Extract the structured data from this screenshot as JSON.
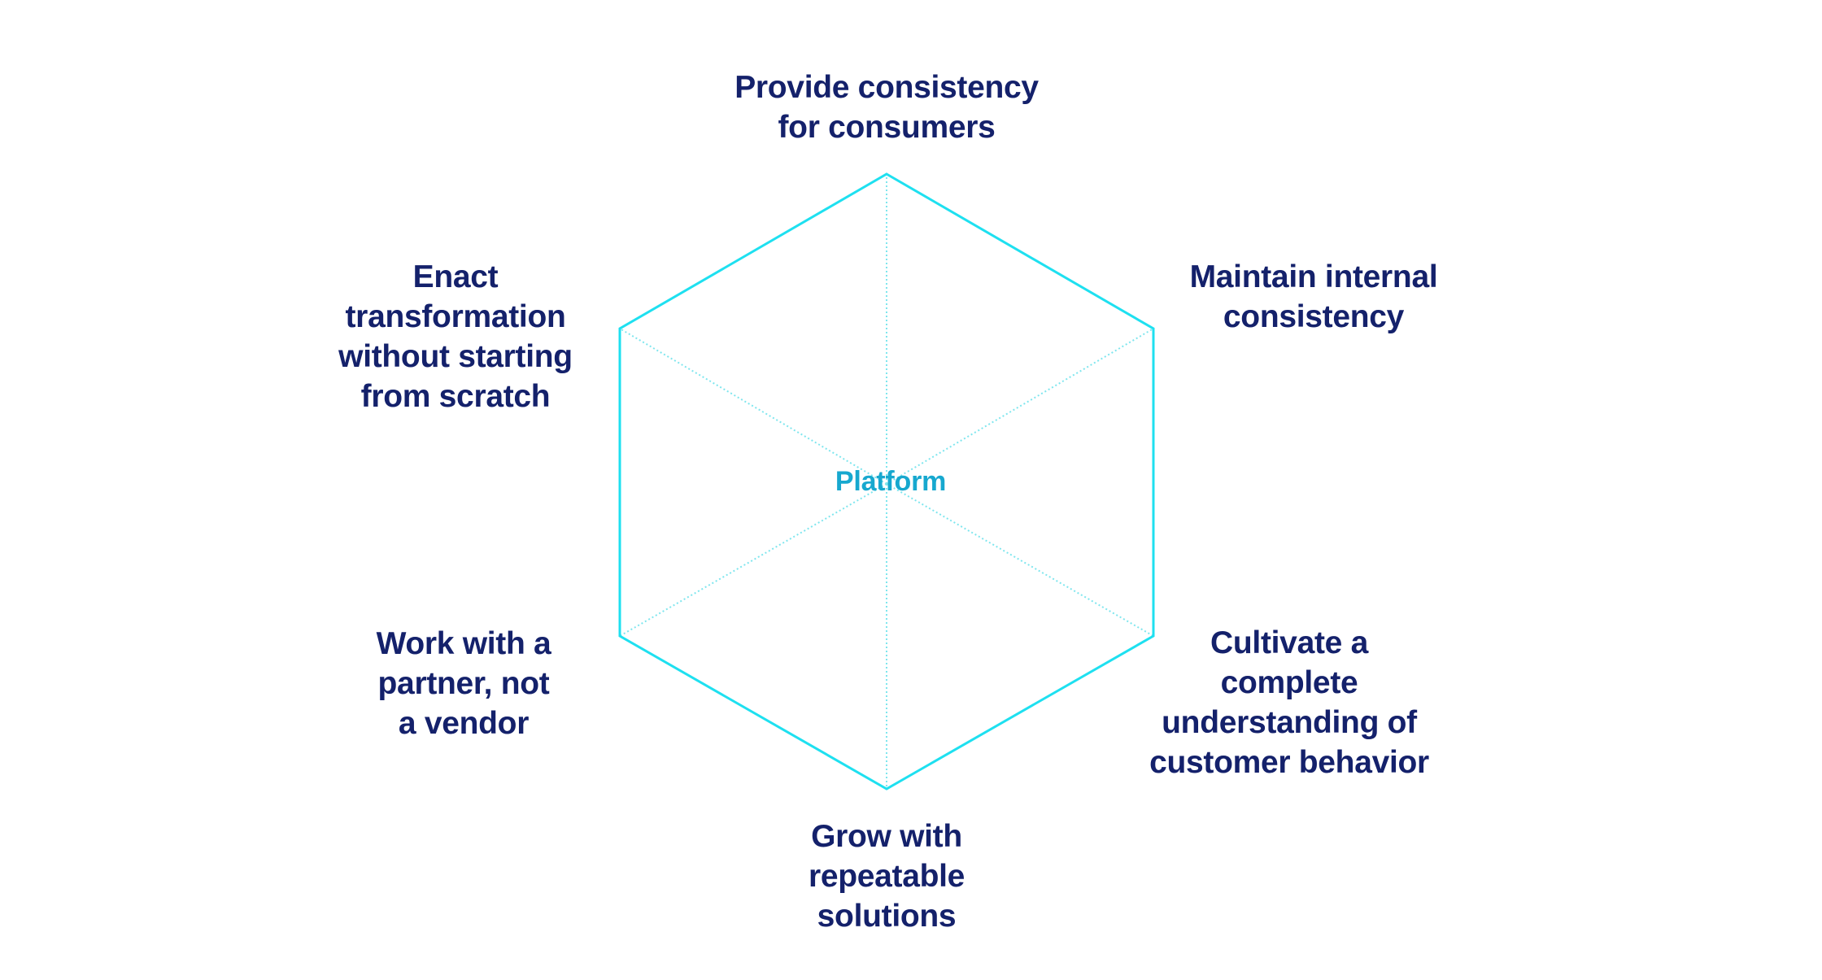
{
  "colors": {
    "hexagon_stroke": "#1ee0f0",
    "spoke_stroke": "#7fe6ee",
    "label_text": "#14216b",
    "center_text": "#17a8cf"
  },
  "center": {
    "label": "Platform"
  },
  "vertices": [
    {
      "id": "top",
      "lines": [
        "Provide consistency",
        "for consumers"
      ]
    },
    {
      "id": "upper-right",
      "lines": [
        "Maintain internal",
        "consistency"
      ]
    },
    {
      "id": "lower-right",
      "lines": [
        "Cultivate a",
        "complete",
        "understanding of",
        "customer behavior"
      ]
    },
    {
      "id": "bottom",
      "lines": [
        "Grow with",
        "repeatable",
        "solutions"
      ]
    },
    {
      "id": "lower-left",
      "lines": [
        "Work with a",
        "partner, not",
        "a vendor"
      ]
    },
    {
      "id": "upper-left",
      "lines": [
        "Enact",
        "transformation",
        "without starting",
        "from scratch"
      ]
    }
  ]
}
